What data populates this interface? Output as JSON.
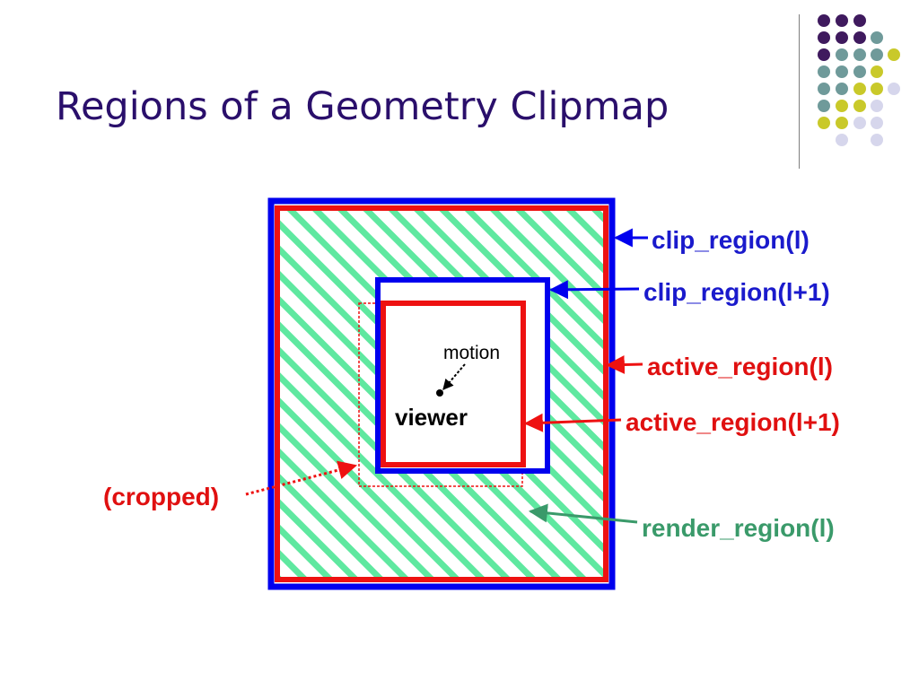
{
  "slide": {
    "title": "Regions of a Geometry Clipmap"
  },
  "decoration": {
    "dot_colors": {
      "purple": "#3f1a5e",
      "teal": "#6f9a9a",
      "olive": "#c9c92a",
      "lavender": "#d6d6ec"
    }
  },
  "diagram": {
    "labels": {
      "clip_region_l": "clip_region(l)",
      "clip_region_l1": "clip_region(l+1)",
      "active_region_l": "active_region(l)",
      "active_region_l1": "active_region(l+1)",
      "render_region_l": "render_region(l)",
      "cropped": "(cropped)",
      "motion": "motion",
      "viewer": "viewer"
    },
    "colors": {
      "blue": "#0000ee",
      "red": "#ee1111",
      "green_hatch": "#5fe8a0",
      "render_label": "#3a9a6a",
      "clip_label": "#1a1acc",
      "active_label": "#e01010"
    }
  }
}
